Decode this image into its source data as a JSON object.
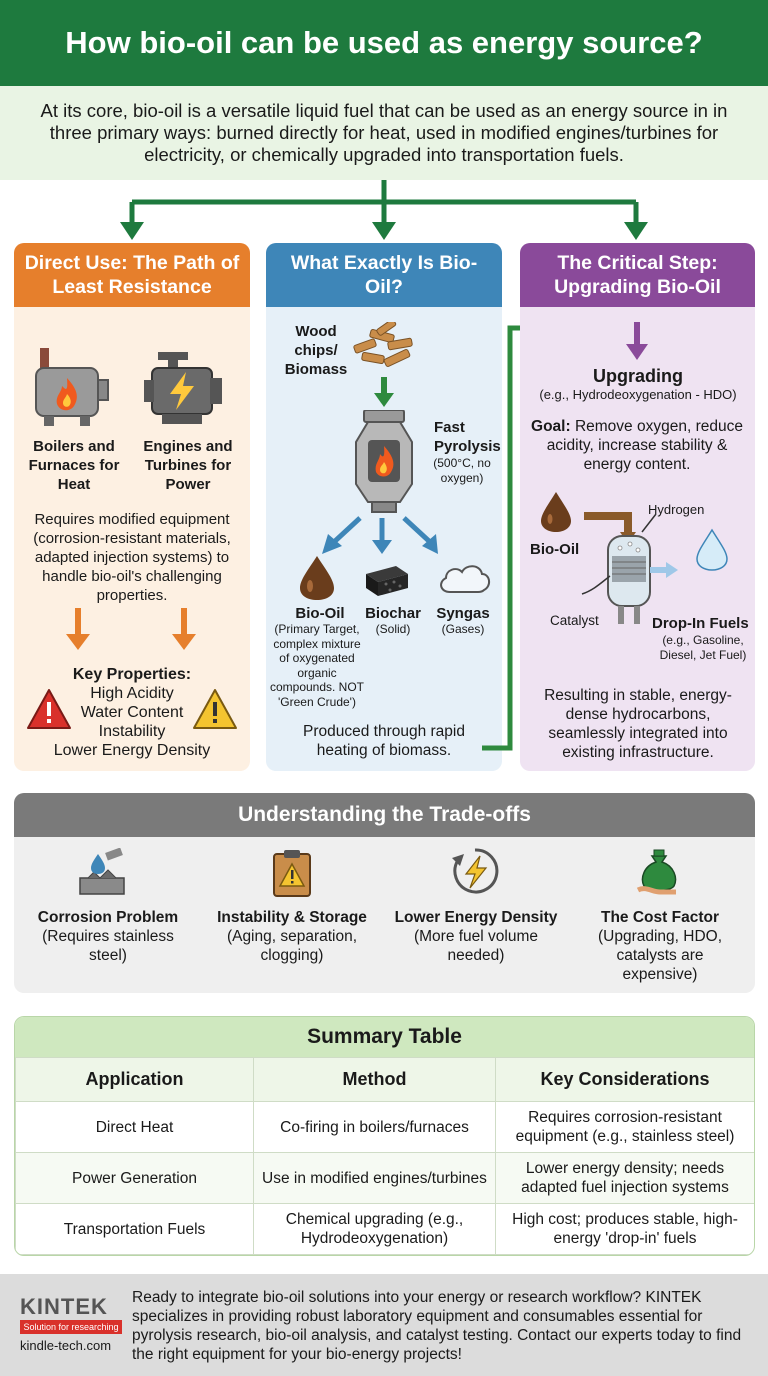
{
  "title": "How bio-oil can be used as energy source?",
  "intro": "At its core, bio-oil is a versatile liquid fuel that can be used as an energy source in in three primary ways: burned directly for heat, used in modified engines/turbines for electricity, or chemically upgraded into transportation fuels.",
  "colors": {
    "green": "#1e7a3e",
    "orange": "#e67f2c",
    "blue": "#3e86b8",
    "purple": "#8a4a9a",
    "gray": "#7a7a7a"
  },
  "direct_use": {
    "title": "Direct Use: The Path of Least Resistance",
    "boilers_label": "Boilers and Furnaces for Heat",
    "engines_label": "Engines and Turbines for Power",
    "requirement": "Requires modified equipment (corrosion-resistant materials, adapted injection systems) to handle bio-oil's challenging properties.",
    "key_properties_title": "Key Properties:",
    "key_properties": [
      "High Acidity",
      "Water Content",
      "Instability",
      "Lower Energy Density"
    ]
  },
  "what_is": {
    "title": "What Exactly Is Bio-Oil?",
    "feedstock": "Wood chips/ Biomass",
    "process_title": "Fast Pyrolysis",
    "process_detail": "(500°C, no oxygen)",
    "products": [
      {
        "name": "Bio-Oil",
        "detail": "(Primary Target, complex mixture of oxygenated organic compounds. NOT 'Green Crude')"
      },
      {
        "name": "Biochar",
        "detail": "(Solid)"
      },
      {
        "name": "Syngas",
        "detail": "(Gases)"
      }
    ],
    "footer": "Produced through rapid heating of biomass."
  },
  "upgrading": {
    "title": "The Critical Step: Upgrading Bio-Oil",
    "step": "Upgrading",
    "step_detail": "(e.g., Hydrodeoxygenation - HDO)",
    "goal_label": "Goal:",
    "goal_text": " Remove oxygen, reduce acidity, increase stability & energy content.",
    "hydrogen": "Hydrogen",
    "bio_oil": "Bio-Oil",
    "catalyst": "Catalyst",
    "dropin": "Drop-In Fuels",
    "dropin_detail": "(e.g., Gasoline, Diesel, Jet Fuel)",
    "result": "Resulting in stable, energy-dense hydrocarbons, seamlessly integrated into existing infrastructure."
  },
  "tradeoffs": {
    "title": "Understanding the Trade-offs",
    "items": [
      {
        "title": "Corrosion Problem",
        "detail": "(Requires stainless steel)"
      },
      {
        "title": "Instability & Storage",
        "detail": "(Aging, separation, clogging)"
      },
      {
        "title": "Lower Energy Density",
        "detail": "(More fuel volume needed)"
      },
      {
        "title": "The Cost Factor",
        "detail": "(Upgrading, HDO, catalysts are expensive)"
      }
    ]
  },
  "summary": {
    "title": "Summary Table",
    "headers": [
      "Application",
      "Method",
      "Key Considerations"
    ],
    "rows": [
      [
        "Direct Heat",
        "Co-firing in boilers/furnaces",
        "Requires corrosion-resistant equipment (e.g., stainless steel)"
      ],
      [
        "Power Generation",
        "Use in modified engines/turbines",
        "Lower energy density; needs adapted fuel injection systems"
      ],
      [
        "Transportation Fuels",
        "Chemical upgrading (e.g., Hydrodeoxygenation)",
        "High cost; produces stable, high-energy 'drop-in' fuels"
      ]
    ]
  },
  "footer": {
    "logo": "KINTEK",
    "tagline": "Solution for researching",
    "site": "kindle-tech.com",
    "text": "Ready to integrate bio-oil solutions into your energy or research workflow? KINTEK specializes in providing robust laboratory equipment and consumables essential for pyrolysis research, bio-oil analysis, and catalyst testing. Contact our experts today to find the right equipment for your bio-energy projects!"
  }
}
